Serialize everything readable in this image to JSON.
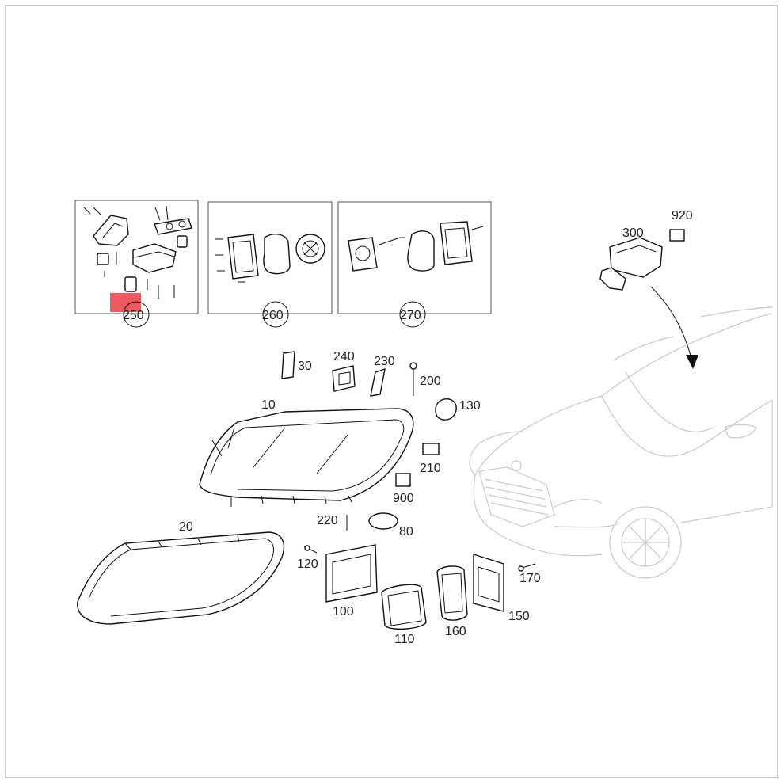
{
  "highlight_color": "#ee5a60",
  "labels": {
    "l10": "10",
    "l20": "20",
    "l30": "30",
    "l80": "80",
    "l100": "100",
    "l110": "110",
    "l120": "120",
    "l130": "130",
    "l150": "150",
    "l160": "160",
    "l170": "170",
    "l200": "200",
    "l210": "210",
    "l220": "220",
    "l230": "230",
    "l240": "240",
    "l250": "250",
    "l260": "260",
    "l270": "270",
    "l300": "300",
    "l900": "900",
    "l920": "920"
  }
}
